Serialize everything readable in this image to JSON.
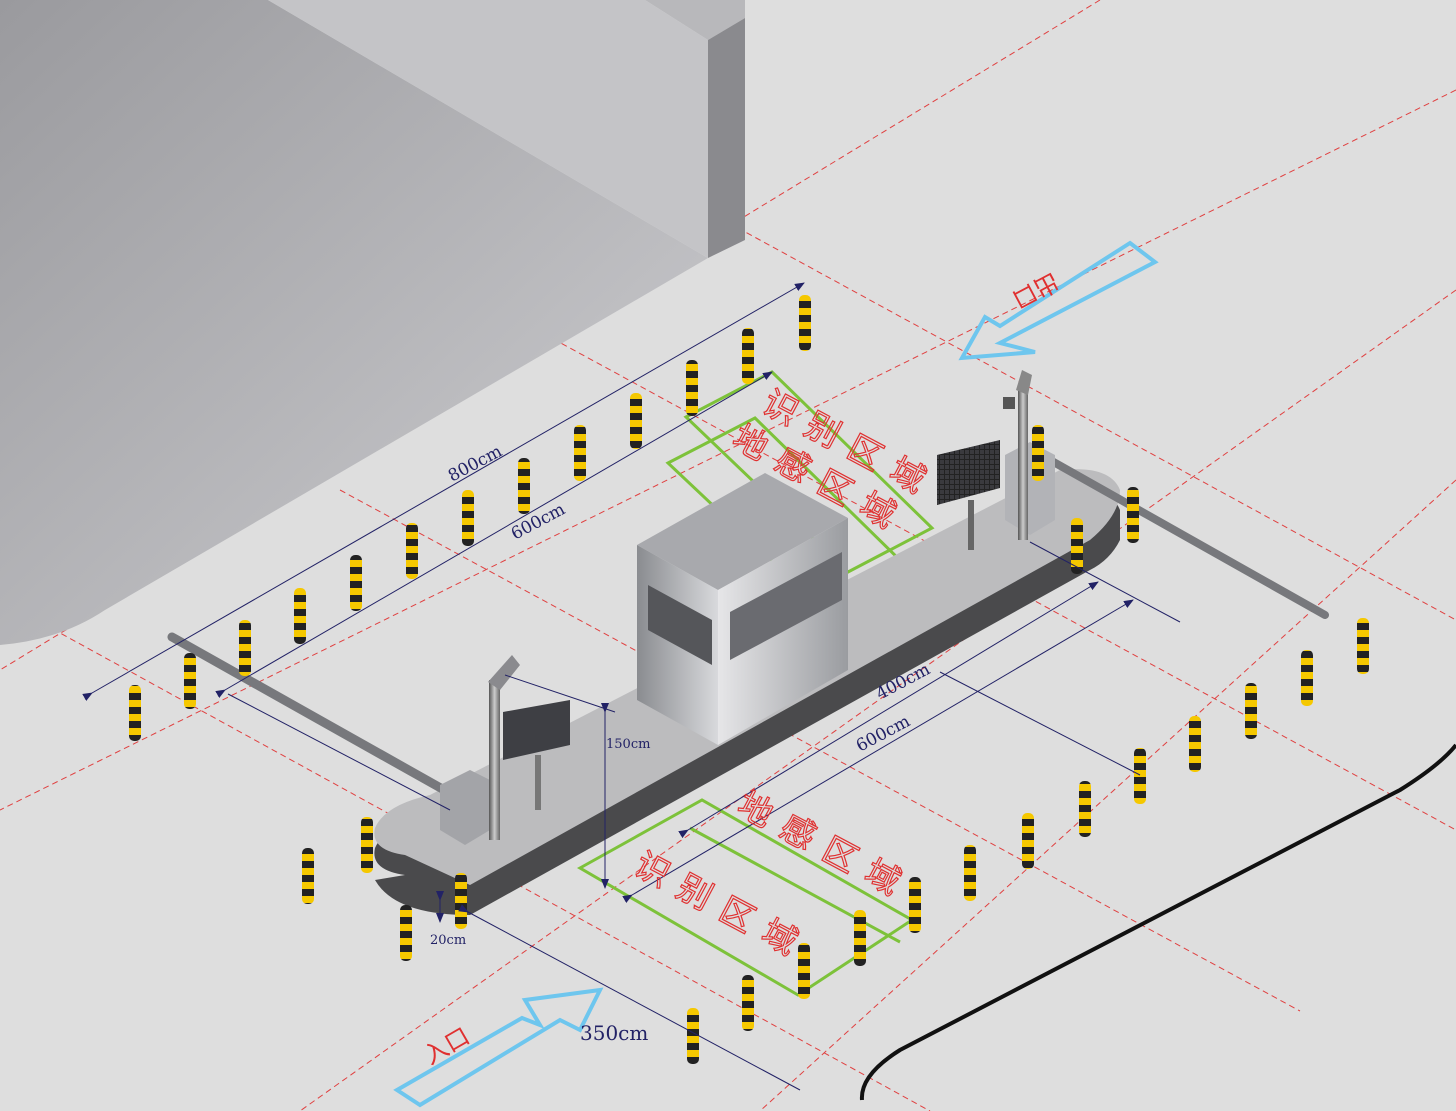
{
  "title": "停车场道闸布局示意图",
  "zones": {
    "top_recognition": "识别区域",
    "top_sensing": "地感区域",
    "bottom_sensing": "地感区域",
    "bottom_recognition": "识别区域"
  },
  "directions": {
    "exit": "出口",
    "entrance": "入口"
  },
  "dimensions": {
    "outer_length": "800cm",
    "inner_length": "600cm",
    "right_inner": "400cm",
    "right_outer": "600cm",
    "height": "150cm",
    "island_height": "20cm",
    "lane_width": "350cm"
  },
  "colors": {
    "arrow": "#6ec6ee",
    "zone_outline": "#7dc23a",
    "zone_text": "#e03030",
    "guide_lines": "#e04040",
    "dimension": "#222266"
  }
}
